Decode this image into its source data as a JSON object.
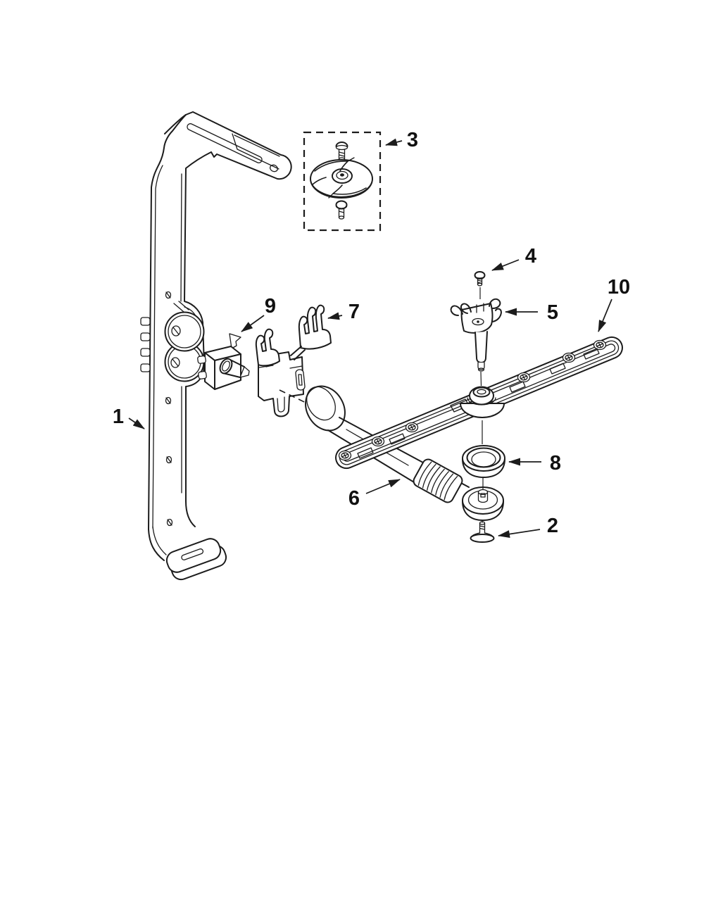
{
  "diagram": {
    "background": "#ffffff",
    "line_color": "#1c1c1c",
    "type": "exploded-parts-diagram",
    "callouts": [
      {
        "text": "1"
      },
      {
        "text": "2"
      },
      {
        "text": "3"
      },
      {
        "text": "4"
      },
      {
        "text": "5"
      },
      {
        "text": "6"
      },
      {
        "text": "7"
      },
      {
        "text": "8"
      },
      {
        "text": "9"
      },
      {
        "text": "10"
      }
    ]
  }
}
